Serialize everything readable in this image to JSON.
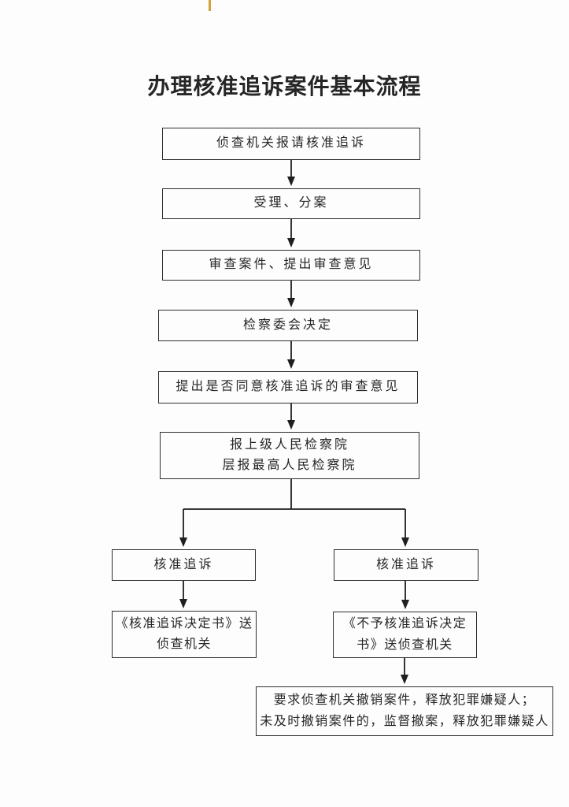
{
  "page": {
    "title": "办理核准追诉案件基本流程"
  },
  "flow": {
    "nodes": {
      "request": "侦查机关报请核准追诉",
      "accept": "受理、分案",
      "review": "审查案件、提出审查意见",
      "committee": "检察委会决定",
      "opinion": "提出是否同意核准追诉的审查意见",
      "report": "报上级人民检察院\n层报最高人民检察院",
      "approve_left": "核准追诉",
      "approve_right": "核准追诉",
      "send_approval": "《核准追诉决定书》送\n侦查机关",
      "send_disapproval": "《不予核准追诉决定\n书》送侦查机关",
      "withdraw_case": "要求侦查机关撤销案件，释放犯罪嫌疑人；\n未及时撤销案件的，监督撤案，释放犯罪嫌疑人"
    }
  },
  "colors": {
    "ink": "#262626",
    "box-border": "#2f2f2f",
    "arrow": "#1f1f1f",
    "paper": "#fdfdfd",
    "highlight-mark": "#d2a23b"
  }
}
